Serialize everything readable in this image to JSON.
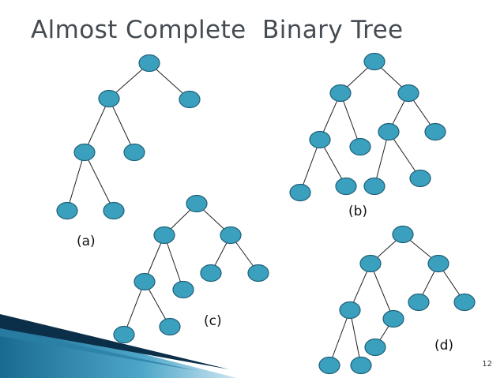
{
  "title": "Almost Complete  Binary Tree",
  "page_number": "12",
  "trees": [
    {
      "label": "(a)",
      "edges": [
        [
          0,
          1
        ],
        [
          0,
          2
        ],
        [
          1,
          3
        ],
        [
          1,
          4
        ],
        [
          3,
          5
        ],
        [
          3,
          6
        ]
      ]
    },
    {
      "label": "(b)",
      "edges": [
        [
          0,
          1
        ],
        [
          0,
          2
        ],
        [
          1,
          3
        ],
        [
          1,
          4
        ],
        [
          2,
          5
        ],
        [
          2,
          6
        ],
        [
          3,
          7
        ],
        [
          3,
          8
        ],
        [
          5,
          9
        ],
        [
          5,
          10
        ]
      ]
    },
    {
      "label": "(c)",
      "edges": [
        [
          0,
          1
        ],
        [
          0,
          2
        ],
        [
          1,
          3
        ],
        [
          1,
          4
        ],
        [
          2,
          5
        ],
        [
          2,
          6
        ],
        [
          3,
          7
        ],
        [
          3,
          8
        ]
      ]
    },
    {
      "label": "(d)",
      "edges": [
        [
          0,
          1
        ],
        [
          0,
          2
        ],
        [
          1,
          3
        ],
        [
          1,
          4
        ],
        [
          2,
          5
        ],
        [
          2,
          6
        ],
        [
          3,
          7
        ],
        [
          3,
          8
        ],
        [
          4,
          9
        ]
      ]
    }
  ],
  "colors": {
    "node_fill": "#3aa0be",
    "node_stroke": "#1e5f78",
    "edge": "#1f1f1f",
    "title": "#444b52",
    "accent_dark": "#0c2f49",
    "accent_mid": "#1a6a90"
  }
}
